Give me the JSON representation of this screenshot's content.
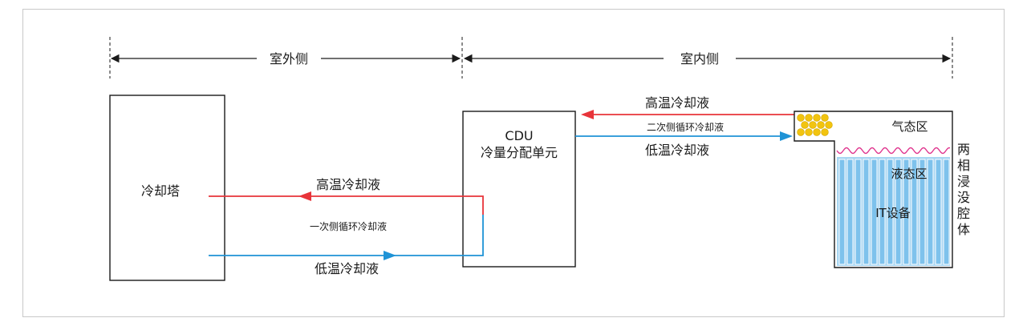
{
  "zones": {
    "outdoor": "室外侧",
    "indoor": "室内侧"
  },
  "cooling_tower": {
    "label": "冷却塔"
  },
  "cdu": {
    "title": "CDU",
    "subtitle": "冷量分配单元"
  },
  "primary_loop": {
    "hot_label": "高温冷却液",
    "name": "一次侧循环冷却液",
    "cold_label": "低温冷却液"
  },
  "secondary_loop": {
    "hot_label": "高温冷却液",
    "name": "二次侧循环冷却液",
    "cold_label": "低温冷却液"
  },
  "immersion_chamber": {
    "gas_zone": "气态区",
    "liquid_zone": "液态区",
    "it_equipment": "IT设备",
    "name_chars": [
      "两",
      "相",
      "浸",
      "没",
      "腔",
      "体"
    ]
  },
  "colors": {
    "hot": "#e8343a",
    "cold": "#1f93d6",
    "liquid_fill": "#a8d6f2",
    "bubble": "#f2c40f",
    "wave": "#e0378f",
    "line": "#1a1a1a"
  }
}
